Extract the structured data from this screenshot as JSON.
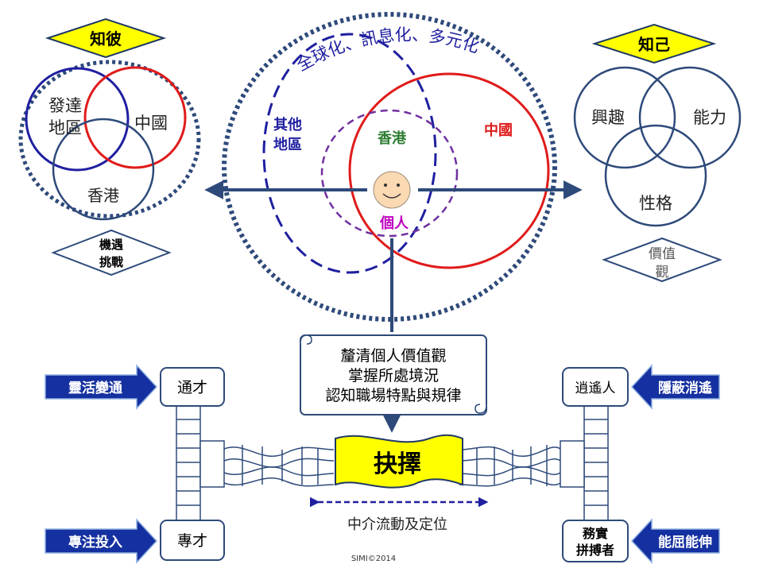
{
  "left": {
    "diamond_top": "知彼",
    "developed": [
      "發達",
      "地區"
    ],
    "china": "中國",
    "hongkong": "香港",
    "diamond_bottom": [
      "機遇",
      "挑戰"
    ]
  },
  "right": {
    "diamond_top": "知己",
    "interest": "興趣",
    "ability": "能力",
    "personality": "性格",
    "diamond_bottom": [
      "價值",
      "觀"
    ]
  },
  "center": {
    "arc_title": "全球化、訊息化、多元化",
    "other_regions": [
      "其他",
      "地區"
    ],
    "hongkong": "香港",
    "china": "中國",
    "individual": "個人"
  },
  "scroll": {
    "lines": [
      "釐清個人價值觀",
      "掌握所處境況",
      "認知職場特點與規律"
    ]
  },
  "decision": {
    "banner": "抉擇",
    "caption": "中介流動及定位"
  },
  "boxes": {
    "generalist": "通才",
    "specialist": "專才",
    "free_spirit": "逍遙人",
    "hard_worker": [
      "務實",
      "拼搏者"
    ]
  },
  "arrows": {
    "flexible": "靈活變通",
    "focused": "專注投入",
    "retreat": "隱蔽消遙",
    "adaptable": "能屈能伸"
  },
  "footer": {
    "copyright": "SIMI©2014"
  },
  "colors": {
    "navy": "#1F3864",
    "blue": "#1F1FA0",
    "red": "#E01B1B",
    "purple": "#7030A0",
    "slate": "#2E4A7A",
    "yellow": "#FFFF00",
    "arrow_blue": "#1530A0"
  }
}
